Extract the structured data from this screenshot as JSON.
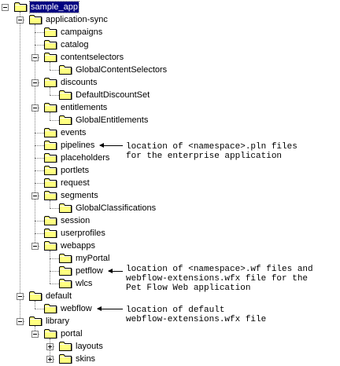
{
  "tree": {
    "nodes": [
      {
        "label": "sample_app",
        "level": 0,
        "expander": "minus",
        "selected": true
      },
      {
        "label": "application-sync",
        "level": 1,
        "expander": "minus"
      },
      {
        "label": "campaigns",
        "level": 2,
        "expander": "none"
      },
      {
        "label": "catalog",
        "level": 2,
        "expander": "none"
      },
      {
        "label": "contentselectors",
        "level": 2,
        "expander": "minus"
      },
      {
        "label": "GlobalContentSelectors",
        "level": 3,
        "expander": "none"
      },
      {
        "label": "discounts",
        "level": 2,
        "expander": "minus"
      },
      {
        "label": "DefaultDiscountSet",
        "level": 3,
        "expander": "none"
      },
      {
        "label": "entitlements",
        "level": 2,
        "expander": "minus"
      },
      {
        "label": "GlobalEntitlements",
        "level": 3,
        "expander": "none"
      },
      {
        "label": "events",
        "level": 2,
        "expander": "none"
      },
      {
        "label": "pipelines",
        "level": 2,
        "expander": "none"
      },
      {
        "label": "placeholders",
        "level": 2,
        "expander": "none"
      },
      {
        "label": "portlets",
        "level": 2,
        "expander": "none"
      },
      {
        "label": "request",
        "level": 2,
        "expander": "none"
      },
      {
        "label": "segments",
        "level": 2,
        "expander": "minus"
      },
      {
        "label": "GlobalClassifications",
        "level": 3,
        "expander": "none"
      },
      {
        "label": "session",
        "level": 2,
        "expander": "none"
      },
      {
        "label": "userprofiles",
        "level": 2,
        "expander": "none"
      },
      {
        "label": "webapps",
        "level": 2,
        "expander": "minus"
      },
      {
        "label": "myPortal",
        "level": 3,
        "expander": "none"
      },
      {
        "label": "petflow",
        "level": 3,
        "expander": "none"
      },
      {
        "label": "wlcs",
        "level": 3,
        "expander": "none"
      },
      {
        "label": "default",
        "level": 1,
        "expander": "minus"
      },
      {
        "label": "webflow",
        "level": 2,
        "expander": "none"
      },
      {
        "label": "library",
        "level": 1,
        "expander": "minus"
      },
      {
        "label": "portal",
        "level": 2,
        "expander": "minus"
      },
      {
        "label": "layouts",
        "level": 3,
        "expander": "plus"
      },
      {
        "label": "skins",
        "level": 3,
        "expander": "plus"
      }
    ]
  },
  "annotations": [
    {
      "target": "pipelines",
      "lines": [
        "location of <namespace>.pln files",
        "for the enterprise application"
      ]
    },
    {
      "target": "petflow",
      "lines": [
        "location of <namespace>.wf files and",
        "webflow-extensions.wfx file for the",
        "Pet Flow Web application"
      ]
    },
    {
      "target": "webflow",
      "lines": [
        "location of default",
        "webflow-extensions.wfx file"
      ]
    }
  ],
  "colors": {
    "folder": "#ffff80",
    "folder_outline": "#000000",
    "selection": "#000080",
    "tree_lines": "#808080"
  }
}
